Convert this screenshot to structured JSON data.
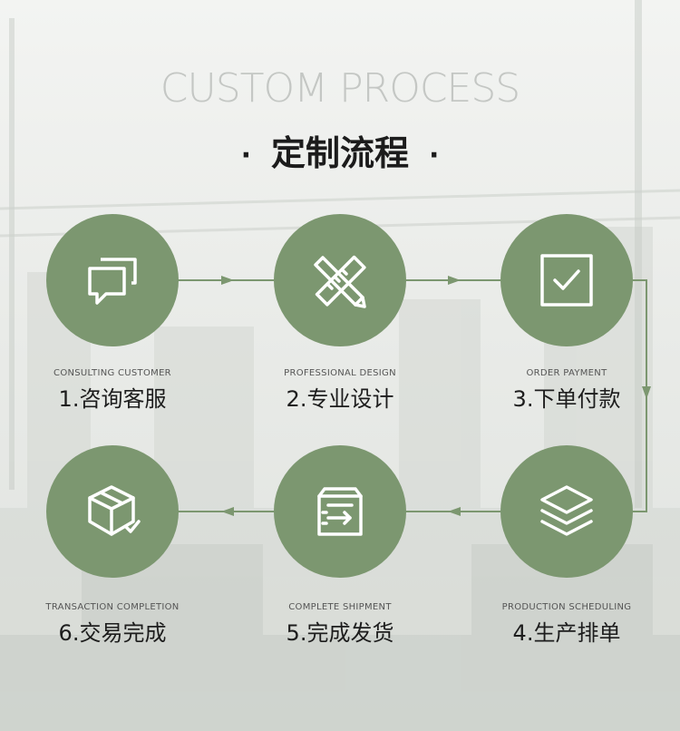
{
  "header": {
    "title_en": "CUSTOM PROCESS",
    "title_zh": "定制流程",
    "dot_left": "·",
    "dot_right": "·"
  },
  "colors": {
    "accent": "#7c9770",
    "line": "#7c9770",
    "title_en": "#c4c7c4",
    "title_zh": "#1c1c1c"
  },
  "steps": [
    {
      "label_en": "CONSULTING CUSTOMER",
      "label_zh": "1.咨询客服",
      "icon": "chat-bubbles-icon"
    },
    {
      "label_en": "PROFESSIONAL DESIGN",
      "label_zh": "2.专业设计",
      "icon": "ruler-pencil-icon"
    },
    {
      "label_en": "ORDER PAYMENT",
      "label_zh": "3.下单付款",
      "icon": "checkbox-icon"
    },
    {
      "label_en": "PRODUCTION SCHEDULING",
      "label_zh": "4.生产排单",
      "icon": "layers-icon"
    },
    {
      "label_en": "COMPLETE SHIPMENT",
      "label_zh": "5.完成发货",
      "icon": "shipment-box-icon"
    },
    {
      "label_en": "TRANSACTION COMPLETION",
      "label_zh": "6.交易完成",
      "icon": "package-check-icon"
    }
  ]
}
